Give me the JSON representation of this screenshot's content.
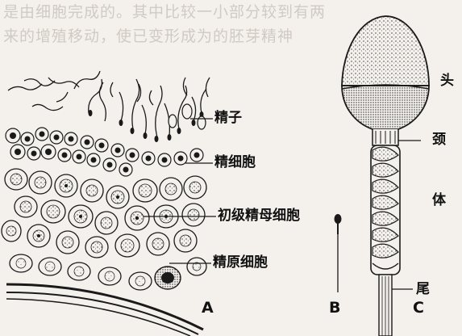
{
  "labels": {
    "a_sperm": "精子",
    "a_spermatid": "精细胞",
    "a_primary": "初级精母细胞",
    "a_spermatogonium": "精原细胞",
    "panel_a": "A",
    "panel_b": "B",
    "panel_c": "C",
    "c_head": "头",
    "c_neck": "颈",
    "c_body": "体",
    "c_tail": "尾"
  },
  "show_through": {
    "line1": "是由细胞完成的。其中比较一小部分较到有两",
    "line2": "来的增殖移动，使已变形成为的胚芽精神"
  },
  "colors": {
    "ink": "#1a1a1a",
    "paper": "#f4f1ec",
    "show_through": "#cfcac3"
  }
}
